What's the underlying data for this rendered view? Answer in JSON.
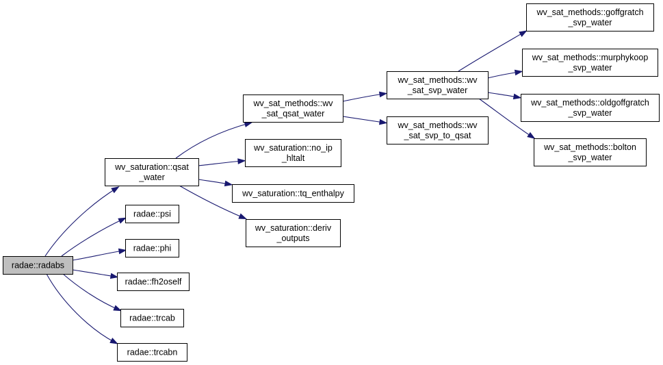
{
  "colors": {
    "edge": "#191970",
    "root_fill": "#bfbfbf",
    "node_fill": "#ffffff",
    "node_border": "#000000"
  },
  "nodes": [
    {
      "id": "radabs",
      "lines": [
        "radae::radabs"
      ],
      "root": true
    },
    {
      "id": "qsat_water",
      "lines": [
        "wv_saturation::qsat",
        "_water"
      ]
    },
    {
      "id": "psi",
      "lines": [
        "radae::psi"
      ]
    },
    {
      "id": "phi",
      "lines": [
        "radae::phi"
      ]
    },
    {
      "id": "fh2oself",
      "lines": [
        "radae::fh2oself"
      ]
    },
    {
      "id": "trcab",
      "lines": [
        "radae::trcab"
      ]
    },
    {
      "id": "trcabn",
      "lines": [
        "radae::trcabn"
      ]
    },
    {
      "id": "wv_sat_qsat_water",
      "lines": [
        "wv_sat_methods::wv",
        "_sat_qsat_water"
      ]
    },
    {
      "id": "no_ip_hltalt",
      "lines": [
        "wv_saturation::no_ip",
        "_hltalt"
      ]
    },
    {
      "id": "tq_enthalpy",
      "lines": [
        "wv_saturation::tq_enthalpy"
      ]
    },
    {
      "id": "deriv_outputs",
      "lines": [
        "wv_saturation::deriv",
        "_outputs"
      ]
    },
    {
      "id": "wv_sat_svp_water",
      "lines": [
        "wv_sat_methods::wv",
        "_sat_svp_water"
      ]
    },
    {
      "id": "wv_sat_svp_to_qsat",
      "lines": [
        "wv_sat_methods::wv",
        "_sat_svp_to_qsat"
      ]
    },
    {
      "id": "goffgratch",
      "lines": [
        "wv_sat_methods::goffgratch",
        "_svp_water"
      ]
    },
    {
      "id": "murphykoop",
      "lines": [
        "wv_sat_methods::murphykoop",
        "_svp_water"
      ]
    },
    {
      "id": "oldgoffgratch",
      "lines": [
        "wv_sat_methods::oldgoffgratch",
        "_svp_water"
      ]
    },
    {
      "id": "bolton",
      "lines": [
        "wv_sat_methods::bolton",
        "_svp_water"
      ]
    }
  ],
  "edges": [
    {
      "from": "radabs",
      "to": "qsat_water"
    },
    {
      "from": "radabs",
      "to": "psi"
    },
    {
      "from": "radabs",
      "to": "phi"
    },
    {
      "from": "radabs",
      "to": "fh2oself"
    },
    {
      "from": "radabs",
      "to": "trcab"
    },
    {
      "from": "radabs",
      "to": "trcabn"
    },
    {
      "from": "qsat_water",
      "to": "wv_sat_qsat_water"
    },
    {
      "from": "qsat_water",
      "to": "no_ip_hltalt"
    },
    {
      "from": "qsat_water",
      "to": "tq_enthalpy"
    },
    {
      "from": "qsat_water",
      "to": "deriv_outputs"
    },
    {
      "from": "wv_sat_qsat_water",
      "to": "wv_sat_svp_water"
    },
    {
      "from": "wv_sat_qsat_water",
      "to": "wv_sat_svp_to_qsat"
    },
    {
      "from": "wv_sat_svp_water",
      "to": "goffgratch"
    },
    {
      "from": "wv_sat_svp_water",
      "to": "murphykoop"
    },
    {
      "from": "wv_sat_svp_water",
      "to": "oldgoffgratch"
    },
    {
      "from": "wv_sat_svp_water",
      "to": "bolton"
    }
  ]
}
